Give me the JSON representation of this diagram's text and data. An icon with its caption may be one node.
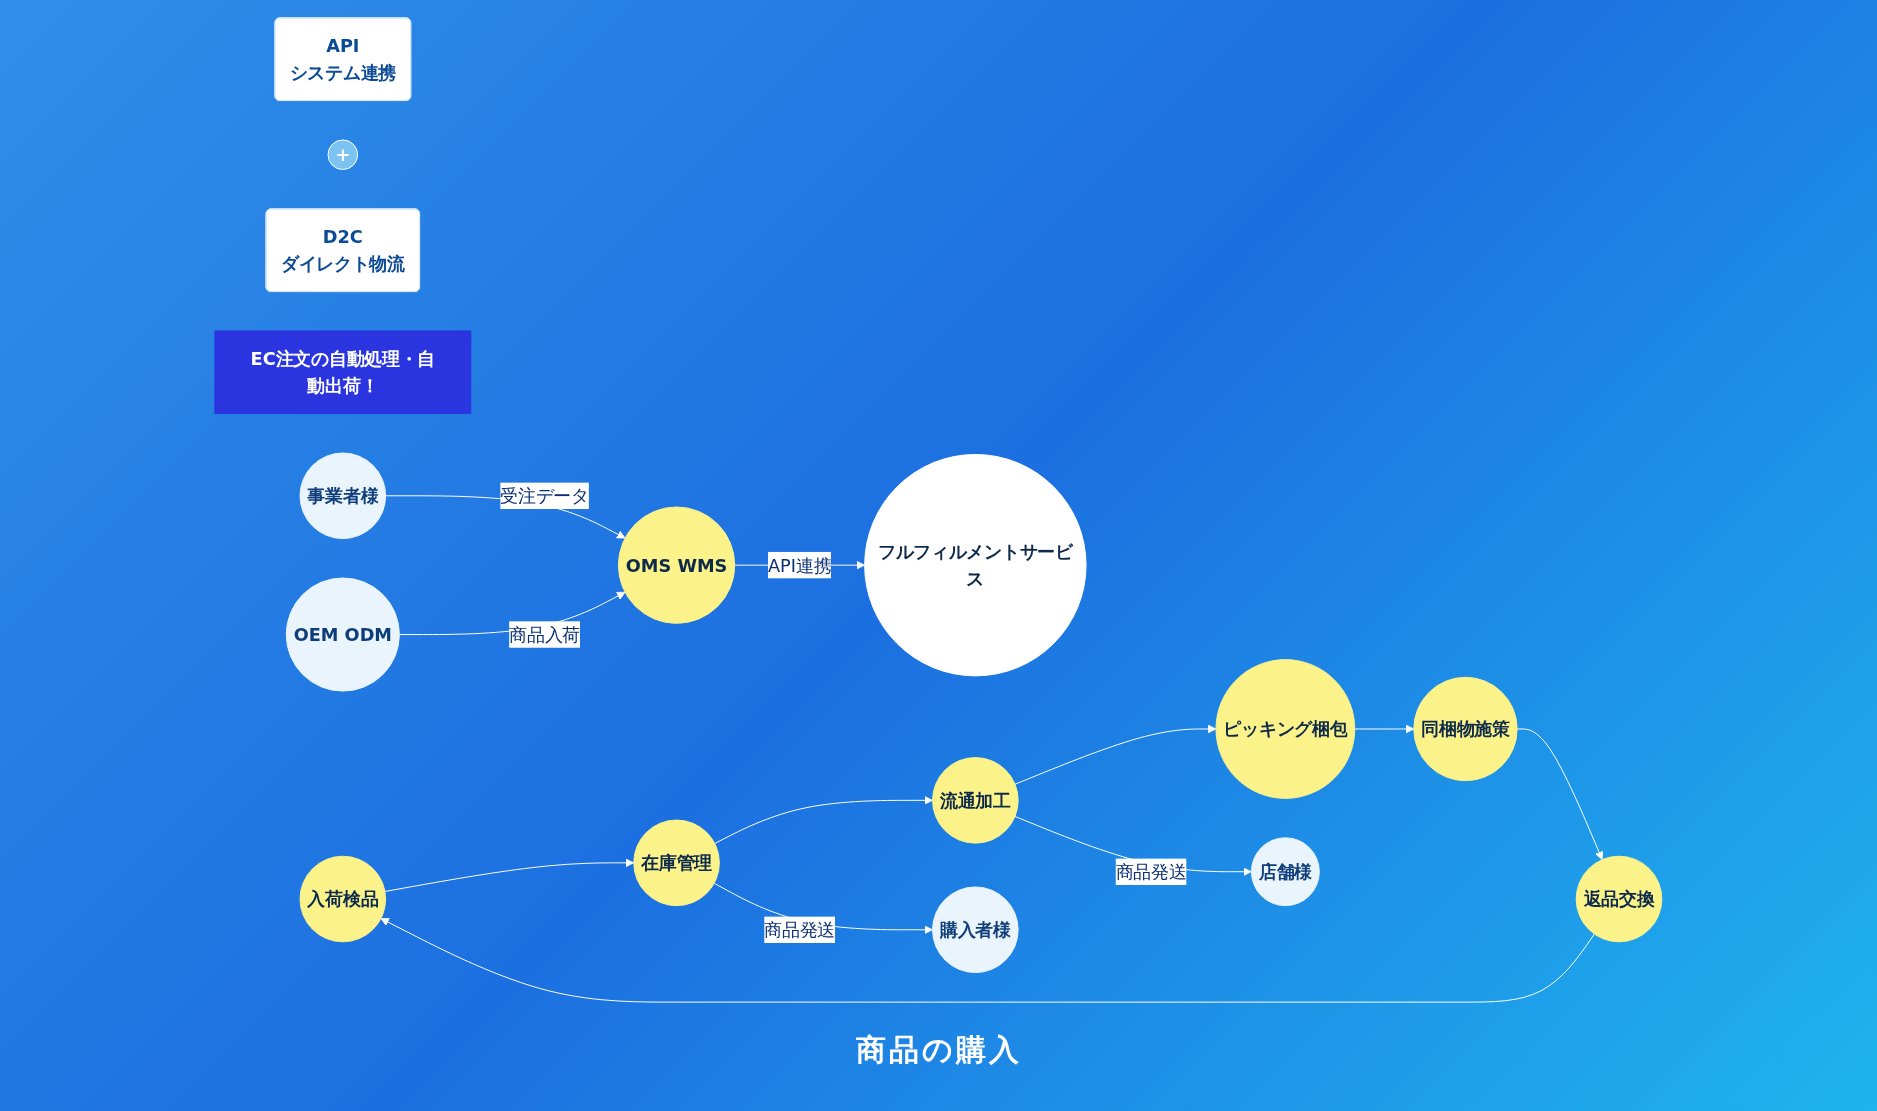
{
  "diagram": {
    "nodes": [
      {
        "text": [
          "API",
          "システム連携"
        ]
      },
      {
        "text": [
          "+"
        ]
      },
      {
        "text": [
          "D2C",
          "ダイレクト物流"
        ]
      },
      {
        "text": [
          "EC注文の自動処理・自動出荷！"
        ]
      },
      {
        "text": [
          "事業者様"
        ]
      },
      {
        "text": [
          "OEM ODM"
        ]
      },
      {
        "text": [
          "OMS WMS"
        ]
      },
      {
        "text": [
          "入荷検品"
        ]
      },
      {
        "text": [
          "返品交換"
        ]
      },
      {
        "text": [
          "フルフィルメントサービス"
        ]
      },
      {
        "text": [
          "在庫管理"
        ]
      },
      {
        "text": [
          "同梱物施策"
        ]
      },
      {
        "text": [
          "流通加工"
        ]
      },
      {
        "text": [
          "ピッキング梱包"
        ]
      },
      {
        "text": [
          "購入者様"
        ]
      },
      {
        "text": [
          "店舗様"
        ]
      }
    ],
    "edges": [
      {
        "from": 4,
        "to": 6,
        "arrow": "to",
        "label": "受注データ"
      },
      {
        "from": 5,
        "to": 6,
        "arrow": "to",
        "label": "商品入荷"
      },
      {
        "from": 6,
        "to": 9,
        "arrow": "to",
        "label": "API連携"
      },
      {
        "from": 7,
        "to": 10,
        "arrow": "to"
      },
      {
        "from": 10,
        "to": 12,
        "arrow": "to"
      },
      {
        "from": 12,
        "to": 13,
        "arrow": "to"
      },
      {
        "from": 13,
        "to": 11,
        "arrow": "to"
      },
      {
        "from": 11,
        "to": 8,
        "arrow": "to"
      },
      {
        "from": 8,
        "to": 7,
        "arrow": "to"
      },
      {
        "from": 10,
        "to": 14,
        "arrow": "to",
        "label": "商品発送"
      },
      {
        "from": 12,
        "to": 15,
        "arrow": "to",
        "label": "商品発送"
      }
    ],
    "labels": [
      "商品の購入"
    ]
  }
}
